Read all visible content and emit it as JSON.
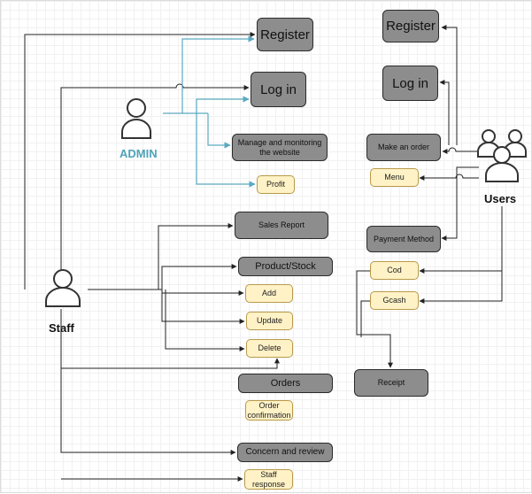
{
  "admin": {
    "label": "ADMIN",
    "nodes": {
      "register": "Register",
      "login": "Log in",
      "manage": "Manage and monitoring the website",
      "profit": "Profit"
    }
  },
  "users": {
    "label": "Users",
    "nodes": {
      "register": "Register",
      "login": "Log in",
      "make_order": "Make an order",
      "menu": "Menu",
      "payment_method": "Payment Method",
      "cod": "Cod",
      "gcash": "Gcash",
      "receipt": "Receipt"
    }
  },
  "staff": {
    "label": "Staff",
    "nodes": {
      "sales_report": "Sales Report",
      "product_stock": "Product/Stock",
      "add": "Add",
      "update": "Update",
      "delete": "Delete",
      "orders": "Orders",
      "order_confirmation": "Order confirmation",
      "concern_review": "Concern and review",
      "staff_response": "Staff response"
    }
  },
  "colors": {
    "gray_box": "#8d8d8d",
    "yellow_box": "#fff2c6",
    "admin_line": "#5aa9c0",
    "line": "#222222"
  }
}
